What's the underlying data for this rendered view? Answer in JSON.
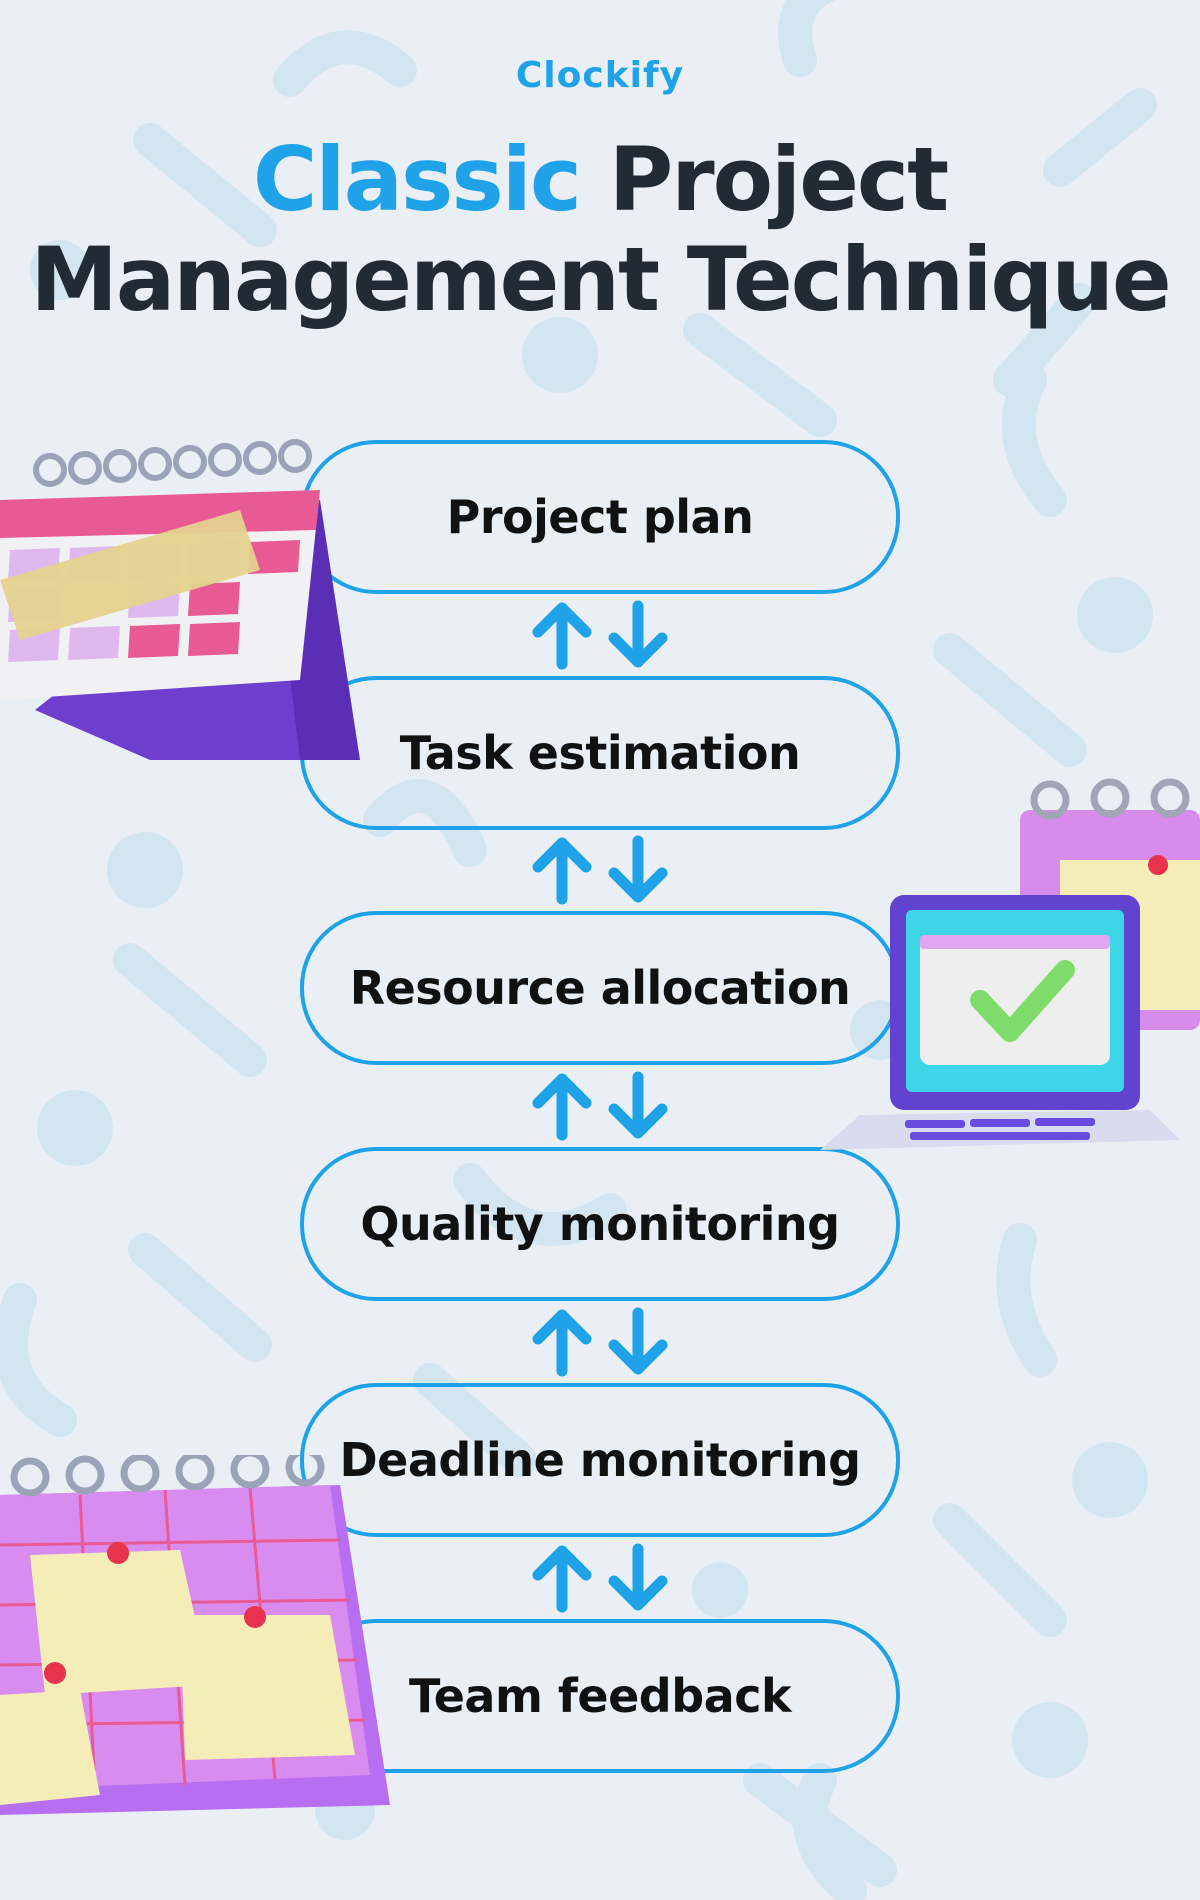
{
  "brand": {
    "name": "Clockify"
  },
  "title": {
    "accent": "Classic",
    "rest_line1": "Project",
    "line2": "Management Technique"
  },
  "steps": [
    {
      "label": "Project plan"
    },
    {
      "label": "Task estimation"
    },
    {
      "label": "Resource allocation"
    },
    {
      "label": "Quality monitoring"
    },
    {
      "label": "Deadline monitoring"
    },
    {
      "label": "Team feedback"
    }
  ],
  "connectors": {
    "icon": "up-down-arrows-icon",
    "count": 5
  },
  "colors": {
    "background": "#eaeff5",
    "accent": "#1fa2e8",
    "title": "#222b33",
    "step_text": "#111111",
    "decor": "#cfe3f0"
  },
  "illustrations": [
    {
      "name": "desk-calendar-illustration"
    },
    {
      "name": "laptop-checkmark-illustration"
    },
    {
      "name": "pinned-notes-calendar-illustration"
    }
  ]
}
